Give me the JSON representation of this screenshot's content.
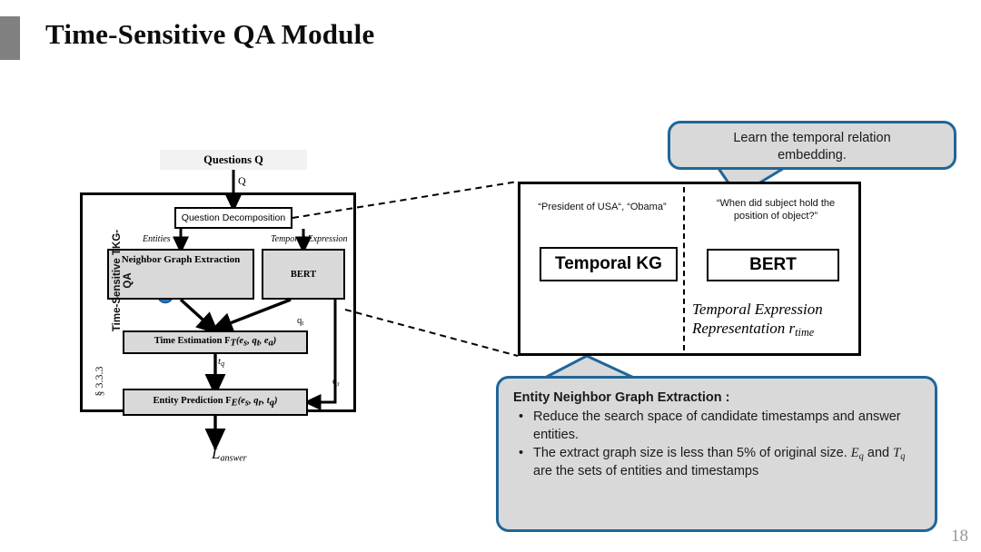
{
  "slide": {
    "title": "Time-Sensitive QA Module",
    "page_number": "18",
    "accent_color": "#808080",
    "callout_border_color": "#1F6699",
    "callout_fill_color": "#D9D9D9",
    "node_color": "#2E75B6",
    "box_fill_color": "#D9D9D9"
  },
  "left_diagram": {
    "module_label": "Time-Sensitive TKG-QA",
    "section_label": "§ 3.3.3",
    "questions_box": "Questions Q",
    "edge_q": "Q",
    "question_decomposition": "Question Decomposition",
    "label_entities": "Entities",
    "label_temporal_expression": "Temporal Expression",
    "neighbor_graph_box": "Neighbor Graph Extraction",
    "bert_box": "BERT",
    "edge_qt": "q",
    "edge_qt_sub": "t",
    "edge_qr": "q",
    "edge_qr_sub": "r",
    "edge_tq": "t",
    "edge_tq_sub": "q",
    "time_estimation_box": "Time Estimation F",
    "time_estimation_sub": "T",
    "time_estimation_args": "(e , q , e )",
    "entity_prediction_box": "Entity Prediction F",
    "entity_prediction_sub": "E",
    "entity_prediction_args": "(e , q , t )",
    "loss_label": "L",
    "loss_sub": "answer"
  },
  "right_panel": {
    "left_question": "“President of USA“, “Obama”",
    "right_question": "“When did subject hold the position of object?”",
    "temporal_kg_box": "Temporal KG",
    "bert_box": "BERT",
    "representation_line1": "Temporal Expression",
    "representation_line2": "Representation r",
    "representation_sub": "time"
  },
  "callouts": {
    "top": {
      "line1": "Learn the temporal relation",
      "line2": "embedding."
    },
    "bottom": {
      "header": "Entity Neighbor Graph Extraction :",
      "bullets": [
        "Reduce the search space of candidate timestamps and answer entities.",
        "The extract graph size is less than 5% of original size. Eq and Tq are the sets of entities and timestamps"
      ],
      "bullet2_part1": "The extract graph size is less than 5% of original",
      "bullet2_part2": "size. ",
      "bullet2_var1": "E",
      "bullet2_var1_sub": "q",
      "bullet2_part3": " and ",
      "bullet2_var2": "T",
      "bullet2_var2_sub": "q",
      "bullet2_part4": " are the sets of entities and",
      "bullet2_part5": "timestamps"
    }
  }
}
